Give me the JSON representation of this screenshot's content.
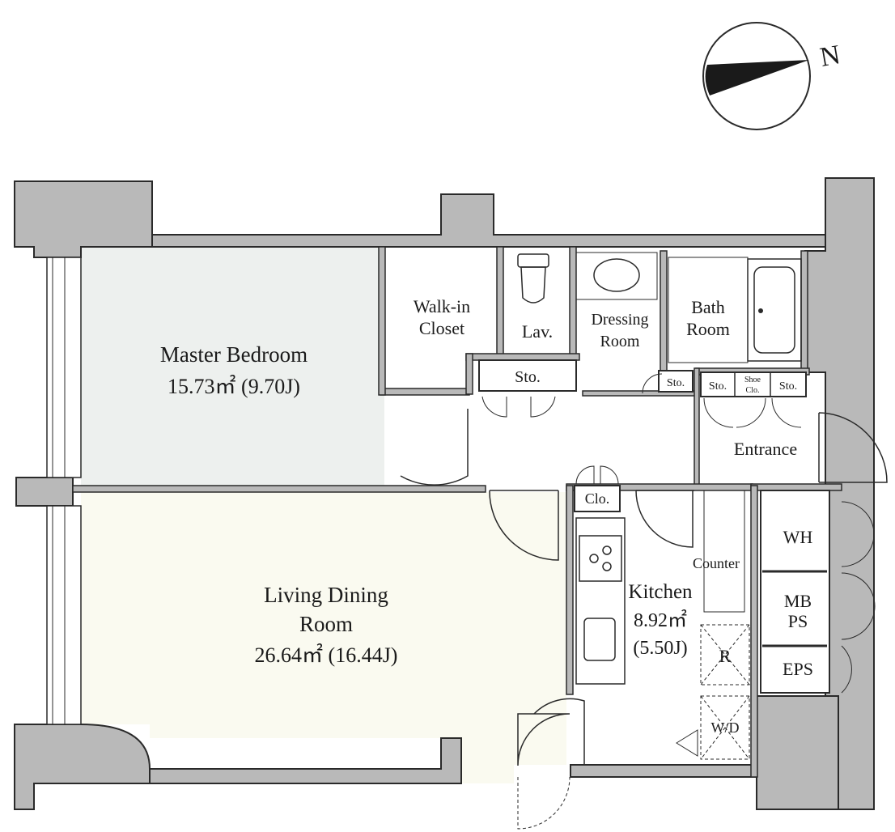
{
  "compass": {
    "north_label": "N",
    "icon": "compass-icon"
  },
  "rooms": {
    "master_bedroom": {
      "name": "Master Bedroom",
      "area": "15.73㎡ (9.70J)",
      "fill": "#edf0ee"
    },
    "living_dining": {
      "name_line1": "Living Dining",
      "name_line2": "Room",
      "area": "26.64㎡ (16.44J)",
      "fill": "#fafaf0"
    },
    "walk_in_closet": {
      "line1": "Walk-in",
      "line2": "Closet"
    },
    "lavatory": {
      "name": "Lav."
    },
    "dressing_room": {
      "line1": "Dressing",
      "line2": "Room"
    },
    "bath_room": {
      "line1": "Bath",
      "line2": "Room"
    },
    "entrance": {
      "name": "Entrance"
    },
    "kitchen": {
      "name": "Kitchen",
      "area_line1": "8.92㎡",
      "area_line2": "(5.50J)"
    },
    "counter": {
      "name": "Counter"
    }
  },
  "storage": {
    "sto_hall": "Sto.",
    "sto_dressing": "Sto.",
    "sto_entrance_left": "Sto.",
    "shoe_closet_line1": "Shoe",
    "shoe_closet_line2": "Clo.",
    "sto_entrance_right": "Sto.",
    "closet": "Clo."
  },
  "utility": {
    "water_heater": "WH",
    "mb_line1": "MB",
    "mb_line2": "PS",
    "eps": "EPS",
    "refrigerator": "R",
    "washer_dryer": "W/D"
  },
  "colors": {
    "wall": "#b9b9b9",
    "line": "#2a2a2a",
    "bedroom_floor": "#edf0ee",
    "living_floor": "#fafaf0"
  }
}
